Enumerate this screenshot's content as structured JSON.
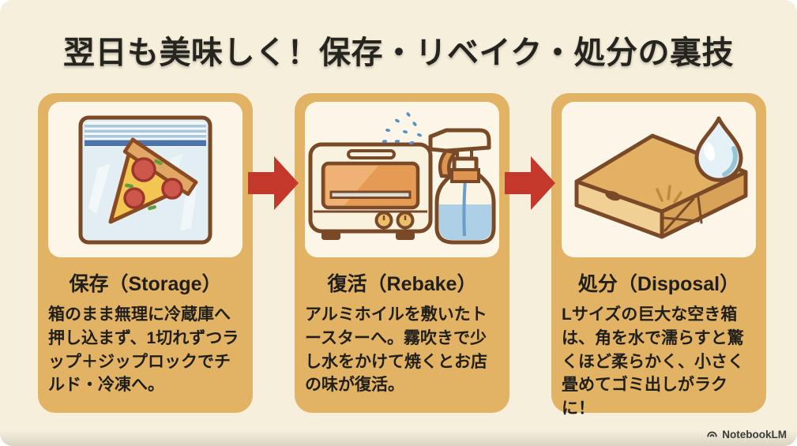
{
  "page": {
    "title": "翌日も美味しく！保存・リベイク・処分の裏技",
    "background_color": "#f6efdc",
    "card_color": "#e2b365",
    "panel_color": "#fbf6e7",
    "arrow_color": "#c4382c",
    "text_color": "#201f1b"
  },
  "cards": [
    {
      "title": "保存（Storage）",
      "body": "箱のまま無理に冷蔵庫へ押し込まず、1切れずつラップ＋ジップロックでチルド・冷凍へ。",
      "icon": "pizza-slice-in-ziplock-bag-illustration"
    },
    {
      "title": "復活（Rebake）",
      "body": "アルミホイルを敷いたトースターへ。霧吹きで少し水をかけて焼くとお店の味が復活。",
      "icon": "toaster-oven-and-spray-bottle-illustration"
    },
    {
      "title": "処分（Disposal）",
      "body": "Lサイズの巨大な空き箱は、角を水で濡らすと驚くほど柔らかく、小さく畳めてゴミ出しがラクに！",
      "icon": "pizza-box-with-water-drop-illustration"
    }
  ],
  "watermark": {
    "label": "NotebookLM",
    "icon": "notebooklm-logo-icon"
  }
}
